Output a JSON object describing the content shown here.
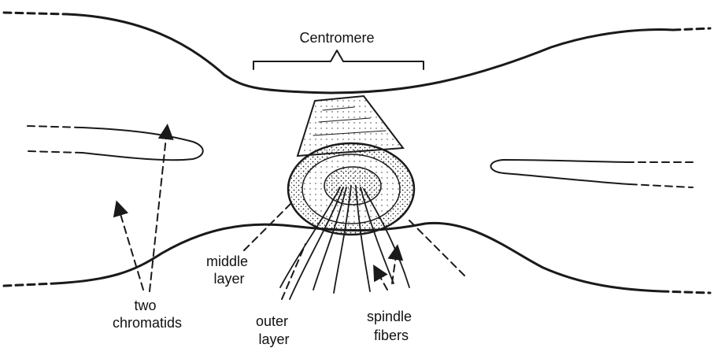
{
  "labels": {
    "centromere": "Centromere",
    "middle_layer": [
      "middle",
      "layer"
    ],
    "outer_layer": [
      "outer",
      "layer"
    ],
    "two_chromatids": [
      "two",
      "chromatids"
    ],
    "spindle_fibers": [
      "spindle",
      "fibers"
    ]
  },
  "colors": {
    "ink": "#1a1a1a",
    "background": "#ffffff"
  }
}
